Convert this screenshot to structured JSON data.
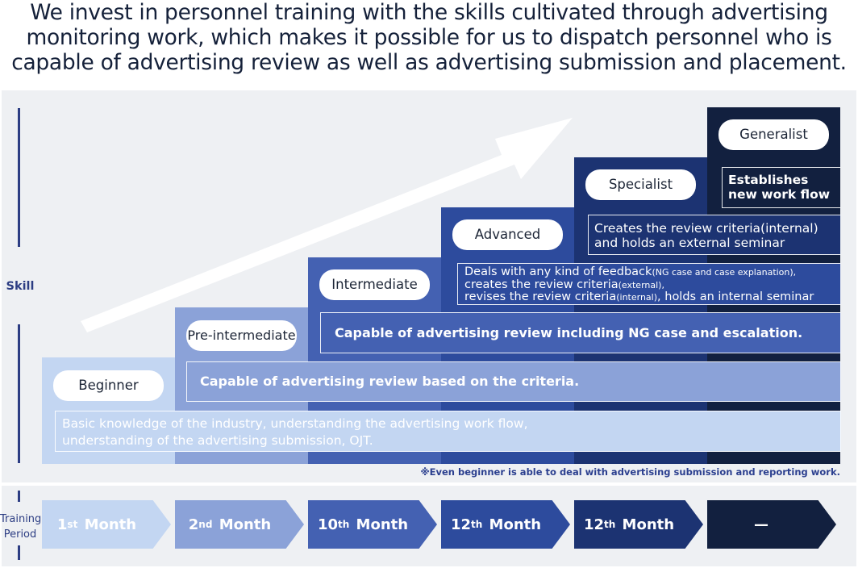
{
  "heading": {
    "line1": "We invest in personnel training with the skills cultivated through advertising",
    "line2": "monitoring work, which makes it possible for us to dispatch personnel who is",
    "line3": "capable of advertising review as well as advertising submission and placement."
  },
  "axis": {
    "skill_label": "Skill",
    "period_label_line1": "Training",
    "period_label_line2": "Period"
  },
  "levels": [
    {
      "name": "Beginner"
    },
    {
      "name": "Pre-intermediate"
    },
    {
      "name": "Intermediate"
    },
    {
      "name": "Advanced"
    },
    {
      "name": "Specialist"
    },
    {
      "name": "Generalist"
    }
  ],
  "skills": {
    "beginner_line1": "Basic knowledge of the industry, understanding the advertising work flow,",
    "beginner_line2": "understanding of the advertising submission, OJT.",
    "pre_intermediate": "Capable of advertising review based on the criteria.",
    "intermediate": "Capable of advertising review including NG case and escalation.",
    "advanced_line1_main": "Deals with any kind of feedback",
    "advanced_line1_small": "(NG case and case explanation),",
    "advanced_line2_main": "creates the review criteria",
    "advanced_line2_small": "(external),",
    "advanced_line3_a": "revises the review criteria",
    "advanced_line3_small": "(internal)",
    "advanced_line3_b": ", holds an internal seminar",
    "specialist_line1": "Creates the review criteria(internal)",
    "specialist_line2": "and holds an external seminar",
    "generalist_line1": "Establishes",
    "generalist_line2": "new work flow"
  },
  "note": "※Even beginner is able to deal with advertising submission and reporting work.",
  "periods": [
    {
      "num": "1",
      "sup": "st",
      "unit": " Month"
    },
    {
      "num": "2",
      "sup": "nd",
      "unit": " Month"
    },
    {
      "num": "10",
      "sup": "th",
      "unit": " Month"
    },
    {
      "num": "12",
      "sup": "th",
      "unit": " Month"
    },
    {
      "num": "12",
      "sup": "th",
      "unit": " Month"
    },
    {
      "num": "—",
      "sup": "",
      "unit": ""
    }
  ],
  "colors": {
    "level1": "#c3d6f2",
    "level2": "#8ba2d8",
    "level3": "#4461b2",
    "level4": "#2d4b9d",
    "level5": "#1c3372",
    "level6": "#12203f",
    "axis": "#2c3d83",
    "panel": "#eef0f3"
  }
}
